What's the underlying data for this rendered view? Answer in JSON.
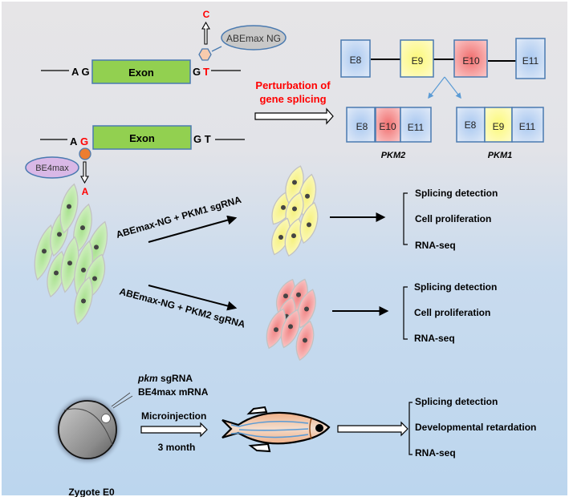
{
  "colors": {
    "bg_top": "#e6e5e7",
    "bg_bottom": "#bcd6ee",
    "exon_green": "#92d050",
    "exon_border": "#4a7ab0",
    "red_text": "#ff0000",
    "blue_box": "#c8daf2",
    "yellow_box": "#ffff99",
    "red_box": "#f08a8a",
    "split_arrow": "#5b9bd5",
    "abe_ellipse": "#c8c8c8",
    "be4_ellipse": "#d9b8e6",
    "hexagon": "#f8cbad",
    "orange_dot": "#ed7d31",
    "cell_green": "#b8e6a0",
    "cell_yellow": "#f8f590",
    "cell_red": "#f5a0a0"
  },
  "top_panel": {
    "exon_top": {
      "left_bases": "A G",
      "label": "Exon",
      "right_base_1": "G",
      "right_base_2": "T"
    },
    "exon_bottom": {
      "left_base_1": "A",
      "left_base_2": "G",
      "label": "Exon",
      "right_bases": "G T"
    },
    "abe_editor": {
      "label": "ABEmax NG",
      "edit_result": "C"
    },
    "be4_editor": {
      "label": "BE4max",
      "edit_result": "A"
    },
    "perturbation_label_line1": "Perturbation of",
    "perturbation_label_line2": "gene splicing",
    "pre_mrna_exons": [
      "E8",
      "E9",
      "E10",
      "E11"
    ],
    "isoforms": [
      {
        "name": "PKM2",
        "exons": [
          "E8",
          "E10",
          "E11"
        ]
      },
      {
        "name": "PKM1",
        "exons": [
          "E8",
          "E9",
          "E11"
        ]
      }
    ]
  },
  "middle_panel": {
    "treatment_1": "ABEmax-NG + PKM1 sgRNA",
    "treatment_2": "ABEmax-NG + PKM2 sgRNA",
    "readouts_1": [
      "Splicing detection",
      "Cell proliferation",
      "RNA-seq"
    ],
    "readouts_2": [
      "Splicing detection",
      "Cell proliferation",
      "RNA-seq"
    ]
  },
  "bottom_panel": {
    "injection_line1_italic": "pkm",
    "injection_line1_rest": " sgRNA",
    "injection_line2": "BE4max mRNA",
    "method": "Microinjection",
    "duration": "3 month",
    "zygote_label": "Zygote E0",
    "readouts": [
      "Splicing detection",
      "Developmental retardation",
      "RNA-seq"
    ]
  }
}
